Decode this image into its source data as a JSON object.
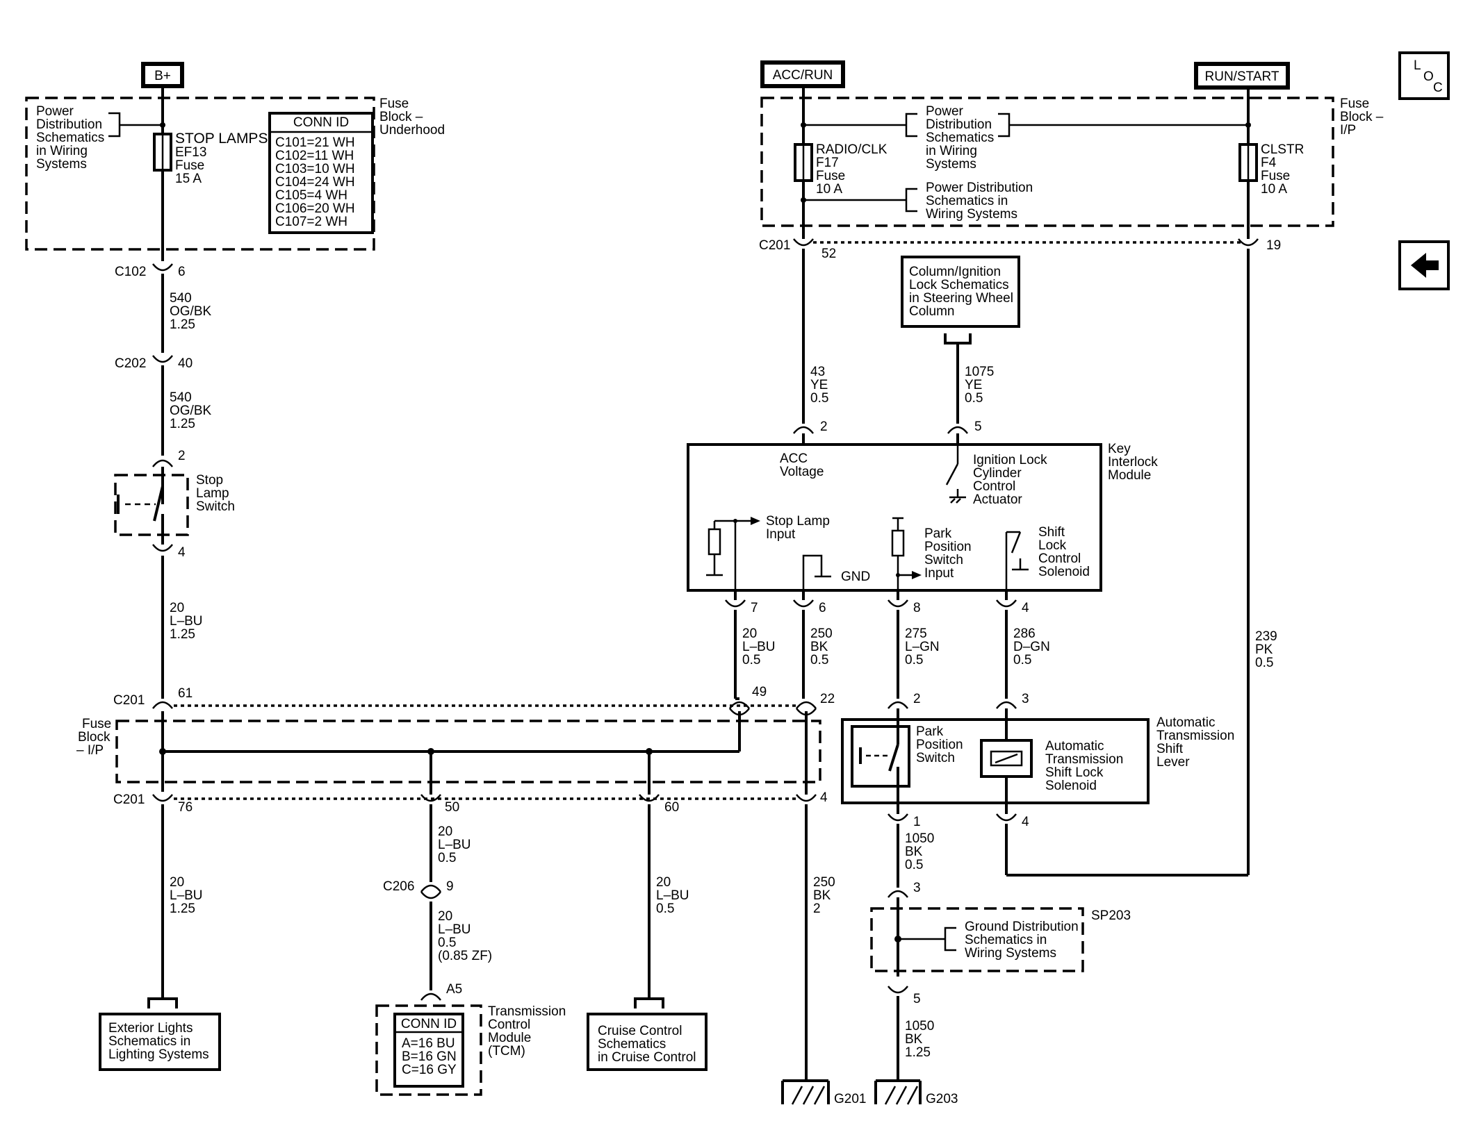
{
  "power": {
    "bplus": "B+",
    "acc_run": "ACC/RUN",
    "run_start": "RUN/START"
  },
  "side": {
    "loc": [
      "L",
      "O",
      "C"
    ],
    "back_icon": "arrow-left-icon"
  },
  "underhood": {
    "title": [
      "Fuse",
      "Block –",
      "Underhood"
    ],
    "power_ref": [
      "Power",
      "Distribution",
      "Schematics",
      "in Wiring",
      "Systems"
    ],
    "fuse": [
      "STOP LAMPS",
      "EF13",
      "Fuse",
      "15 A"
    ],
    "conn_title": "CONN ID",
    "conn_rows": [
      "C101=21 WH",
      "C102=11 WH",
      "C103=10 WH",
      "C104=24 WH",
      "C105=4 WH",
      "C106=20 WH",
      "C107=2 WH"
    ]
  },
  "ip_fuse": {
    "title": [
      "Fuse",
      "Block –",
      "I/P"
    ],
    "radio_fuse": [
      "RADIO/CLK",
      "F17",
      "Fuse",
      "10 A"
    ],
    "clstr_fuse": [
      "CLSTR",
      "F4",
      "Fuse",
      "10 A"
    ],
    "power_ref_top": [
      "Power",
      "Distribution",
      "Schematics",
      "in Wiring",
      "Systems"
    ],
    "power_ref_bottom": [
      "Power Distribution",
      "Schematics in",
      "Wiring Systems"
    ]
  },
  "column_lock": [
    "Column/Ignition",
    "Lock Schematics",
    "in Steering Wheel",
    "Column"
  ],
  "key_module": {
    "title": [
      "Key",
      "Interlock",
      "Module"
    ],
    "acc": [
      "ACC",
      "Voltage"
    ],
    "ign_lock": [
      "Ignition Lock",
      "Cylinder",
      "Control",
      "Actuator"
    ],
    "stop_input": [
      "Stop Lamp",
      "Input"
    ],
    "gnd": "GND",
    "park_input": [
      "Park",
      "Position",
      "Switch",
      "Input"
    ],
    "shift_sol": [
      "Shift",
      "Lock",
      "Control",
      "Solenoid"
    ]
  },
  "shift_lever": {
    "title": [
      "Automatic",
      "Transmission",
      "Shift",
      "Lever"
    ],
    "park_switch": [
      "Park",
      "Position",
      "Switch"
    ],
    "solenoid": [
      "Automatic",
      "Transmission",
      "Shift Lock",
      "Solenoid"
    ]
  },
  "fuse_block_ip_left": [
    "Fuse",
    "Block",
    "– I/P"
  ],
  "stop_switch": [
    "Stop",
    "Lamp",
    "Switch"
  ],
  "ground_dist": [
    "Ground Distribution",
    "Schematics in",
    "Wiring Systems"
  ],
  "splice": "SP203",
  "exterior": [
    "Exterior Lights",
    "Schematics in",
    "Lighting Systems"
  ],
  "tcm": {
    "title": [
      "Transmission",
      "Control",
      "Module",
      "(TCM)"
    ],
    "conn_title": "CONN ID",
    "conn_rows": [
      "A=16 BU",
      "B=16 GN",
      "C=16 GY"
    ]
  },
  "cruise": [
    "Cruise Control",
    "Schematics",
    "in Cruise Control"
  ],
  "grounds": {
    "g201": "G201",
    "g203": "G203"
  },
  "connectors": {
    "c102": "C102",
    "c102_pin": "6",
    "c202": "C202",
    "c202_pin": "40",
    "ss_top": "2",
    "ss_bot": "4",
    "c201_l": "C201",
    "c201_l_pin": "61",
    "c201_bl": "C201",
    "c201_bl_pin": "76",
    "pin49": "49",
    "pin22": "22",
    "pin50": "50",
    "pin60": "60",
    "pin4b": "4",
    "c206": "C206",
    "c206_pin": "9",
    "a5": "A5",
    "c201_t": "C201",
    "c201_t_pin": "52",
    "pin19": "19",
    "km_2": "2",
    "km_5": "5",
    "km_7": "7",
    "km_6": "6",
    "km_8": "8",
    "km_4": "4",
    "sl_2": "2",
    "sl_3": "3",
    "sl_1": "1",
    "sl_4": "4",
    "sp_3": "3",
    "sp_5": "5"
  },
  "wires": {
    "w540a": [
      "540",
      "OG/BK",
      "1.25"
    ],
    "w540b": [
      "540",
      "OG/BK",
      "1.25"
    ],
    "w20a": [
      "20",
      "L–BU",
      "1.25"
    ],
    "w20b": [
      "20",
      "L–BU",
      "1.25"
    ],
    "w20c": [
      "20",
      "L–BU",
      "0.5"
    ],
    "w20d": [
      "20",
      "L–BU",
      "0.5",
      "(0.85 ZF)"
    ],
    "w20e": [
      "20",
      "L–BU",
      "0.5"
    ],
    "w20f": [
      "20",
      "L–BU",
      "0.5"
    ],
    "w250a": [
      "250",
      "BK",
      "0.5"
    ],
    "w250b": [
      "250",
      "BK",
      "2"
    ],
    "w275": [
      "275",
      "L–GN",
      "0.5"
    ],
    "w286": [
      "286",
      "D–GN",
      "0.5"
    ],
    "w43": [
      "43",
      "YE",
      "0.5"
    ],
    "w1075": [
      "1075",
      "YE",
      "0.5"
    ],
    "w239": [
      "239",
      "PK",
      "0.5"
    ],
    "w1050a": [
      "1050",
      "BK",
      "0.5"
    ],
    "w1050b": [
      "1050",
      "BK",
      "1.25"
    ]
  }
}
